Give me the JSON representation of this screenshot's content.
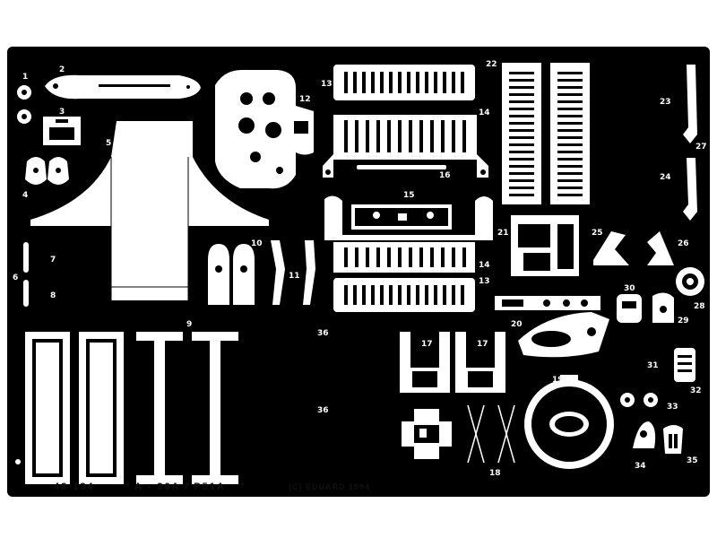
{
  "fret": {
    "background": "#000000",
    "part_color": "#ffffff",
    "catalog_number": "48 134",
    "model_name": "A - 36A / P51A",
    "copyright": "(C) EDUARD 1994"
  },
  "part_numbers": [
    "1",
    "2",
    "3",
    "4",
    "5",
    "6",
    "7",
    "8",
    "9",
    "10",
    "11",
    "12",
    "13",
    "14",
    "15",
    "16",
    "17",
    "19",
    "18",
    "20",
    "21",
    "22",
    "23",
    "24",
    "25",
    "26",
    "27",
    "28",
    "29",
    "30",
    "31",
    "32",
    "33",
    "34",
    "35",
    "36",
    "36",
    "13",
    "14"
  ]
}
